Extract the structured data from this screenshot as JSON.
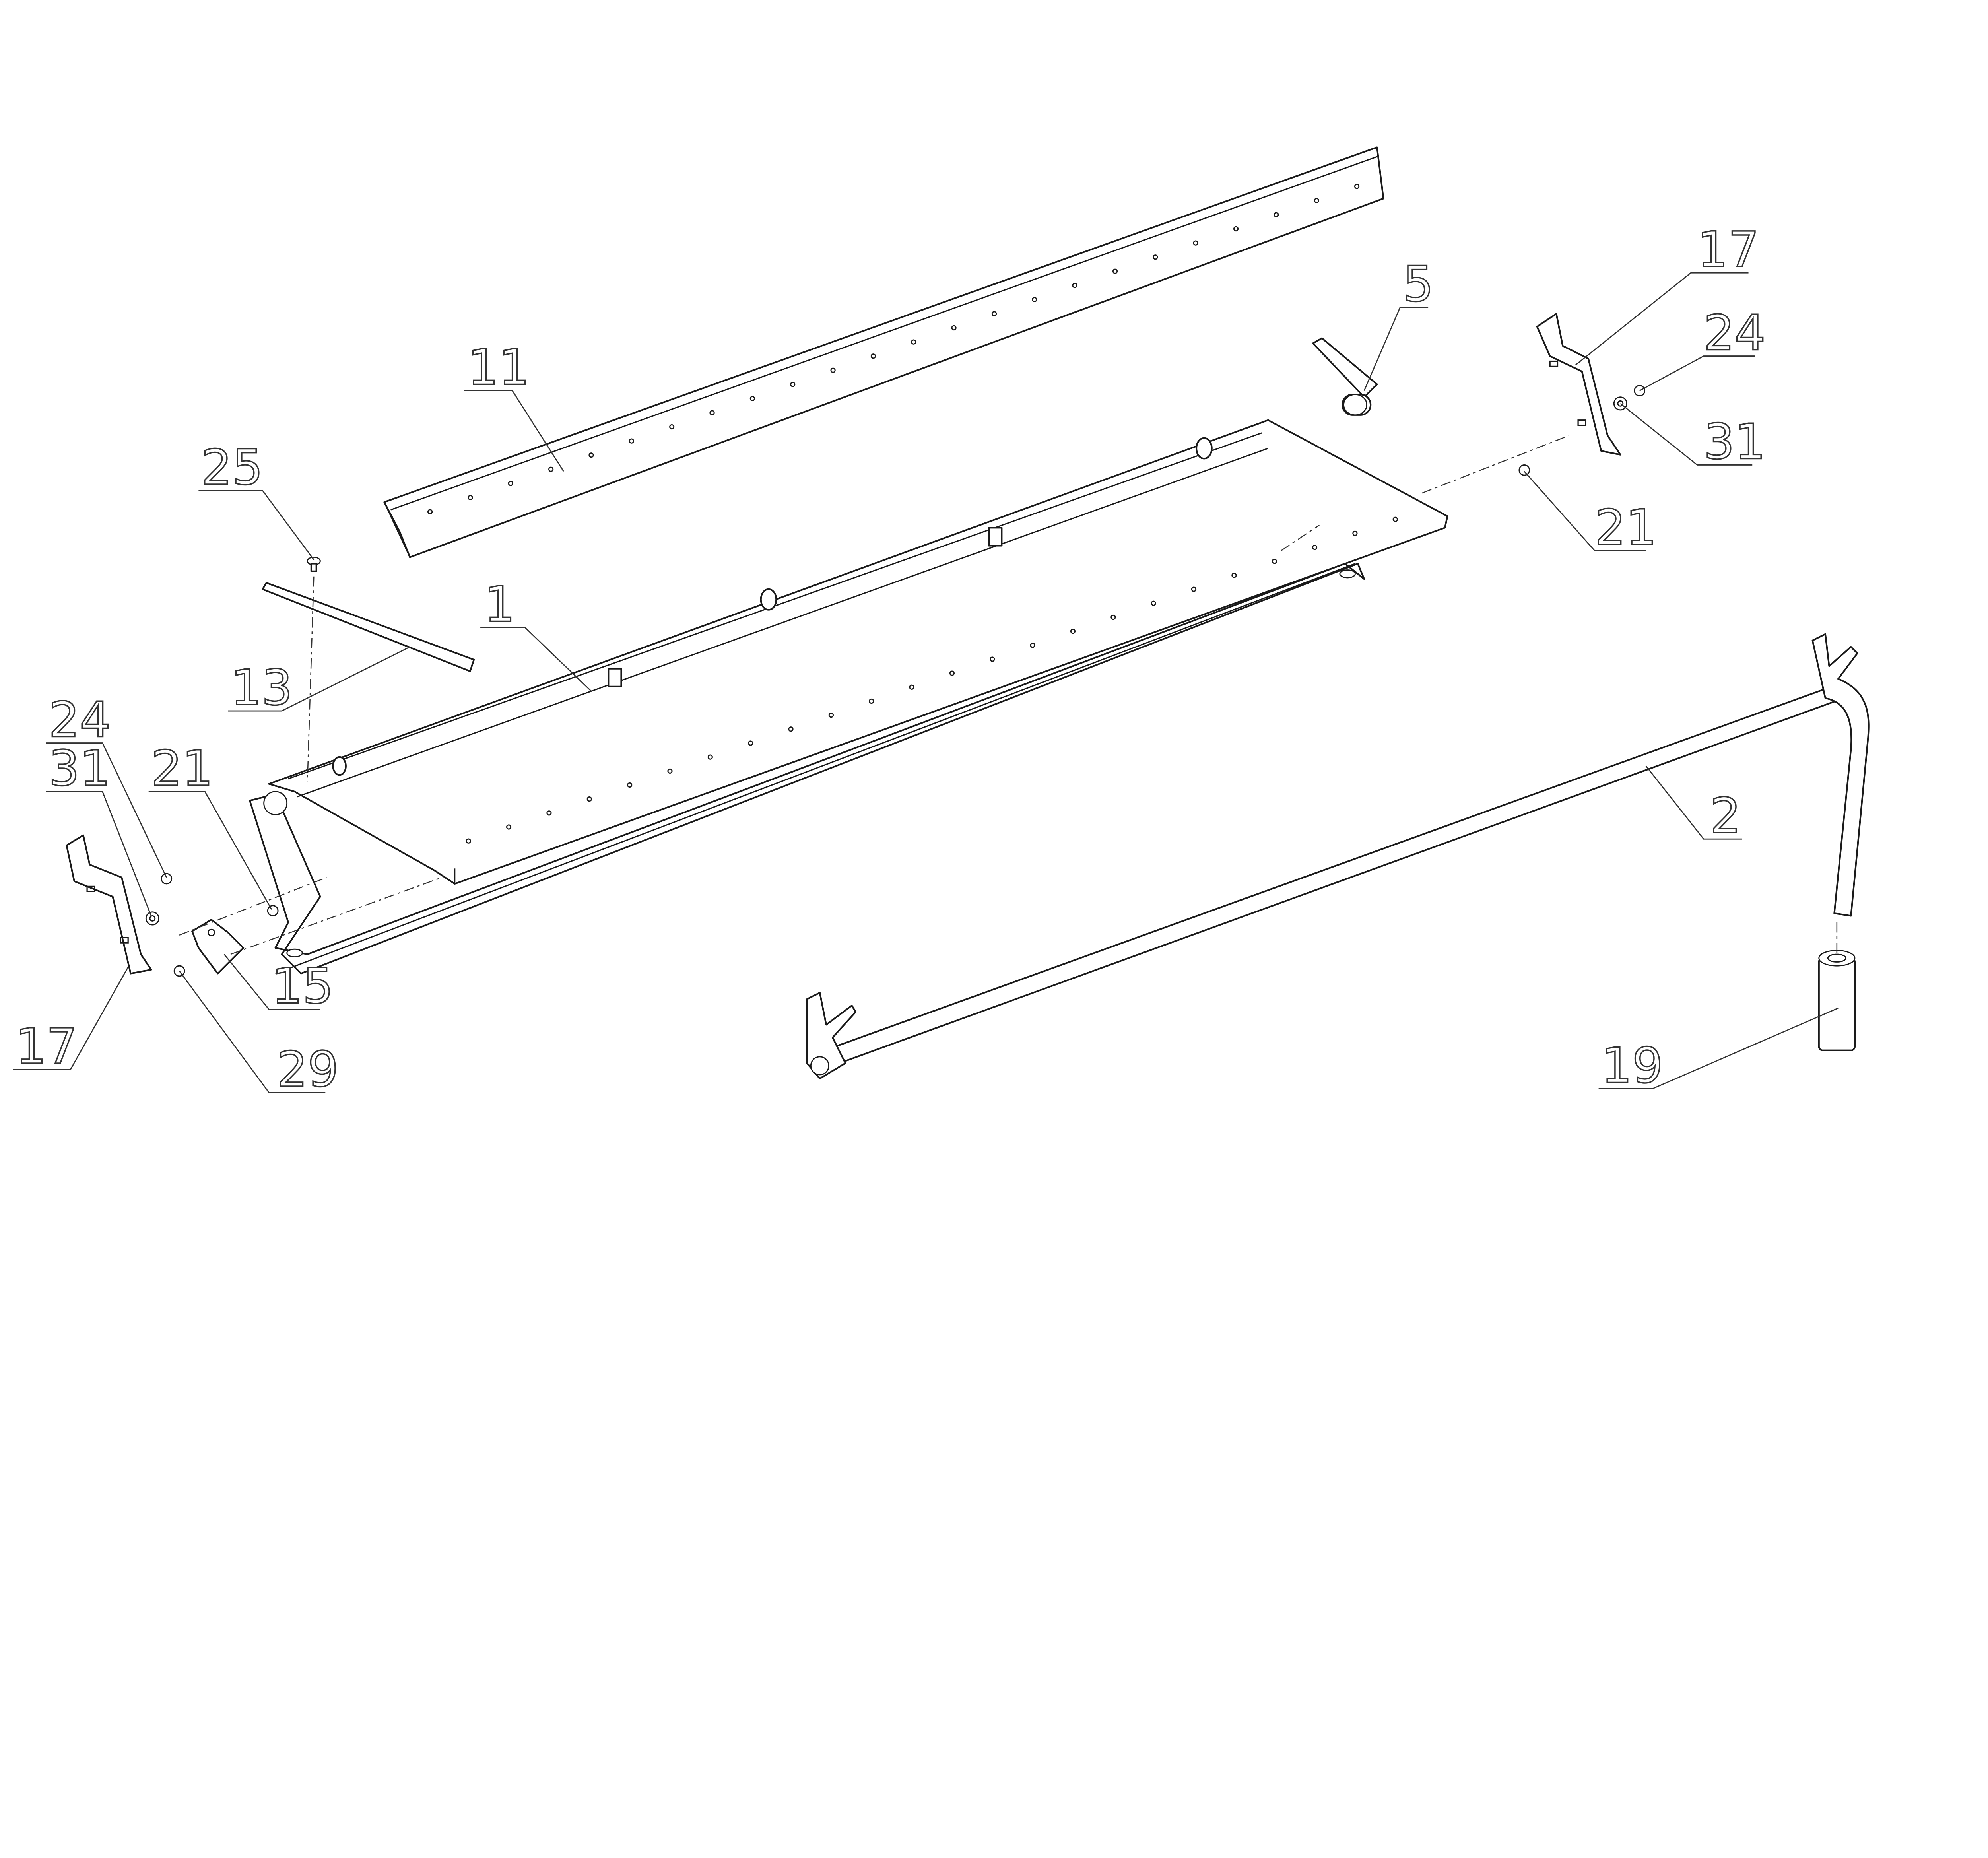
{
  "diagram": {
    "type": "exploded-parts-drawing",
    "callouts": [
      {
        "id": "callout-11",
        "number": "11"
      },
      {
        "id": "callout-25",
        "number": "25"
      },
      {
        "id": "callout-13",
        "number": "13"
      },
      {
        "id": "callout-1",
        "number": "1"
      },
      {
        "id": "callout-24-left",
        "number": "24"
      },
      {
        "id": "callout-31-left",
        "number": "31"
      },
      {
        "id": "callout-21-left",
        "number": "21"
      },
      {
        "id": "callout-17-left",
        "number": "17"
      },
      {
        "id": "callout-15",
        "number": "15"
      },
      {
        "id": "callout-29",
        "number": "29"
      },
      {
        "id": "callout-5",
        "number": "5"
      },
      {
        "id": "callout-17-right",
        "number": "17"
      },
      {
        "id": "callout-24-right",
        "number": "24"
      },
      {
        "id": "callout-31-right",
        "number": "31"
      },
      {
        "id": "callout-21-right",
        "number": "21"
      },
      {
        "id": "callout-2",
        "number": "2"
      },
      {
        "id": "callout-19",
        "number": "19"
      }
    ],
    "colors": {
      "line": "#1a1a1a",
      "background": "#ffffff"
    }
  }
}
